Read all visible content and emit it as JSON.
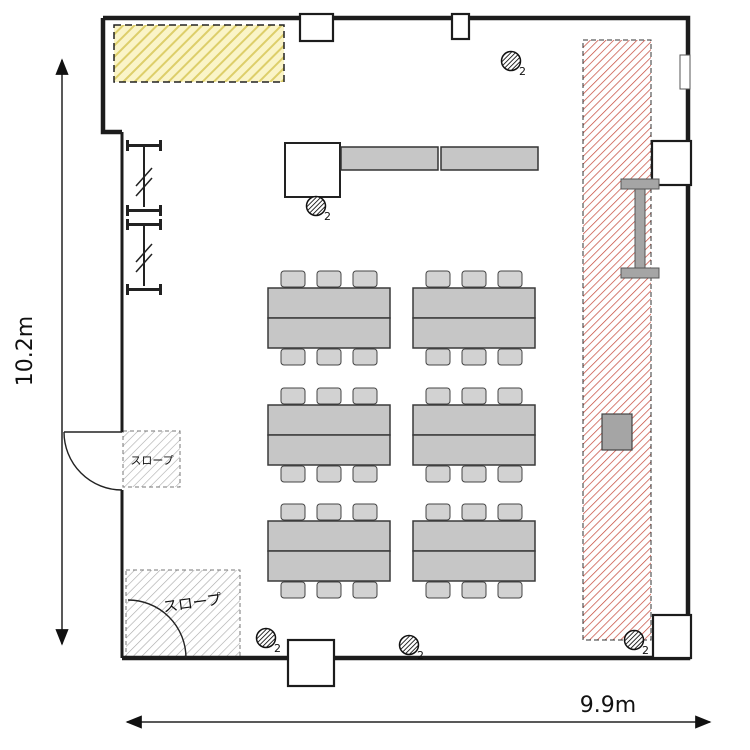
{
  "dimensions": {
    "height": "10.2m",
    "width": "9.9m"
  },
  "labels": {
    "ramp_small": "スロープ",
    "ramp_large": "スロープ"
  },
  "fixtures": {
    "subscript": "2"
  },
  "colors": {
    "wall": "#1c1c1c",
    "table_fill": "#c6c6c6",
    "chair_fill": "#d2d2d2",
    "yellow_bg": "#faf4c8",
    "yellow_line": "#ddce6a",
    "red_hatch": "#c44536",
    "gray_hatch": "#a9a9a9",
    "steel_gray": "#a5a5a5"
  }
}
